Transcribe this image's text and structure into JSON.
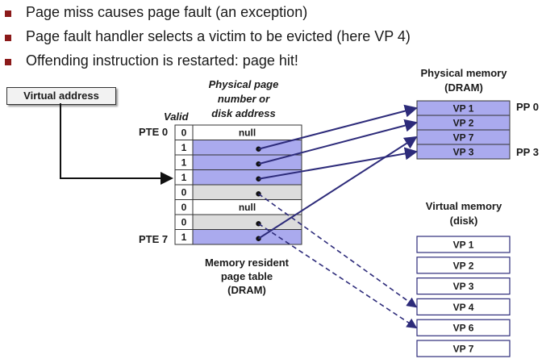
{
  "bullets": [
    "Page miss causes page fault (an exception)",
    "Page fault handler selects a victim to be evicted (here VP 4)",
    "Offending instruction is restarted: page hit!"
  ],
  "virtual_address_label": "Virtual address",
  "ppn_header": [
    "Physical page",
    "number or",
    "disk address"
  ],
  "valid_header": "Valid",
  "pte_first_label": "PTE 0",
  "pte_last_label": "PTE 7",
  "page_table": [
    {
      "valid": "0",
      "entry": "null"
    },
    {
      "valid": "1",
      "entry": ""
    },
    {
      "valid": "1",
      "entry": ""
    },
    {
      "valid": "1",
      "entry": ""
    },
    {
      "valid": "0",
      "entry": ""
    },
    {
      "valid": "0",
      "entry": "null"
    },
    {
      "valid": "0",
      "entry": ""
    },
    {
      "valid": "1",
      "entry": ""
    }
  ],
  "page_table_caption": [
    "Memory resident",
    "page table",
    "(DRAM)"
  ],
  "physical_memory_title": [
    "Physical memory",
    "(DRAM)"
  ],
  "physical_memory": [
    "VP 1",
    "VP 2",
    "VP 7",
    "VP 3"
  ],
  "pp_first_label": "PP 0",
  "pp_last_label": "PP 3",
  "virtual_memory_title": [
    "Virtual memory",
    "(disk)"
  ],
  "virtual_memory": [
    "VP 1",
    "VP 2",
    "VP 3",
    "VP 4",
    "VP 6",
    "VP 7"
  ],
  "colors": {
    "bullet": "#8b1a1a",
    "resident": "#aaaaee",
    "disk": "#dcdcdc",
    "arrow": "#2d2b7a"
  }
}
